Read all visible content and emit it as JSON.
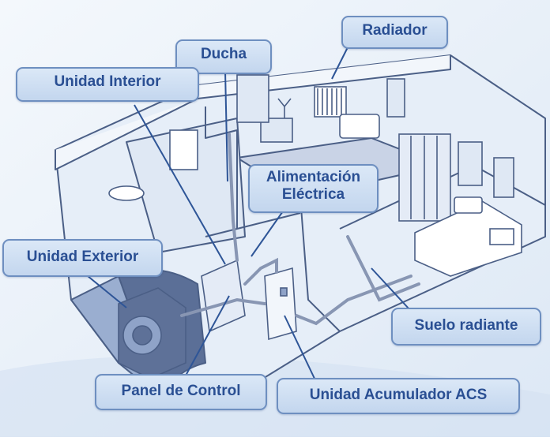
{
  "labels": {
    "radiador": "Radiador",
    "ducha": "Ducha",
    "unidad_interior": "Unidad Interior",
    "alimentacion_l1": "Alimentación",
    "alimentacion_l2": "Eléctrica",
    "unidad_exterior": "Unidad Exterior",
    "suelo_radiante": "Suelo radiante",
    "panel_control": "Panel de Control",
    "acumulador": "Unidad Acumulador ACS"
  },
  "colors": {
    "label_text": "#2a4f93",
    "label_fill": "#cfdff2",
    "label_border": "#6e8fc0",
    "house_line": "#4b5f86",
    "background": "#e9f1fa"
  }
}
